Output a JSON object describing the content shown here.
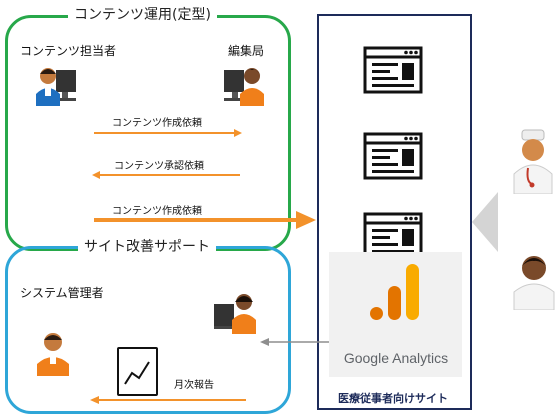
{
  "panels": {
    "content_ops": {
      "title": "コンテンツ運用(定型)"
    },
    "site_support": {
      "title": "サイト改善サポート"
    }
  },
  "actors": {
    "content_owner": "コンテンツ担当者",
    "editor": "編集局",
    "system_admin": "システム管理者"
  },
  "flows": {
    "request_create_1": "コンテンツ作成依頼",
    "request_approval": "コンテンツ承認依頼",
    "request_create_2": "コンテンツ作成依頼",
    "monthly_report": "月次報告"
  },
  "site": {
    "analytics_label": "Google Analytics",
    "caption": "医療従事者向けサイト"
  },
  "colors": {
    "green_border": "#27a84a",
    "blue_border": "#2ea6d8",
    "navy_border": "#1d2b5a",
    "orange_arrow": "#f3922b",
    "gray_arrow": "#8e8e8e"
  },
  "icons": [
    "person-at-computer-icon",
    "webpage-icon",
    "doctor-icon",
    "nurse-icon",
    "chart-report-icon",
    "google-analytics-icon"
  ]
}
